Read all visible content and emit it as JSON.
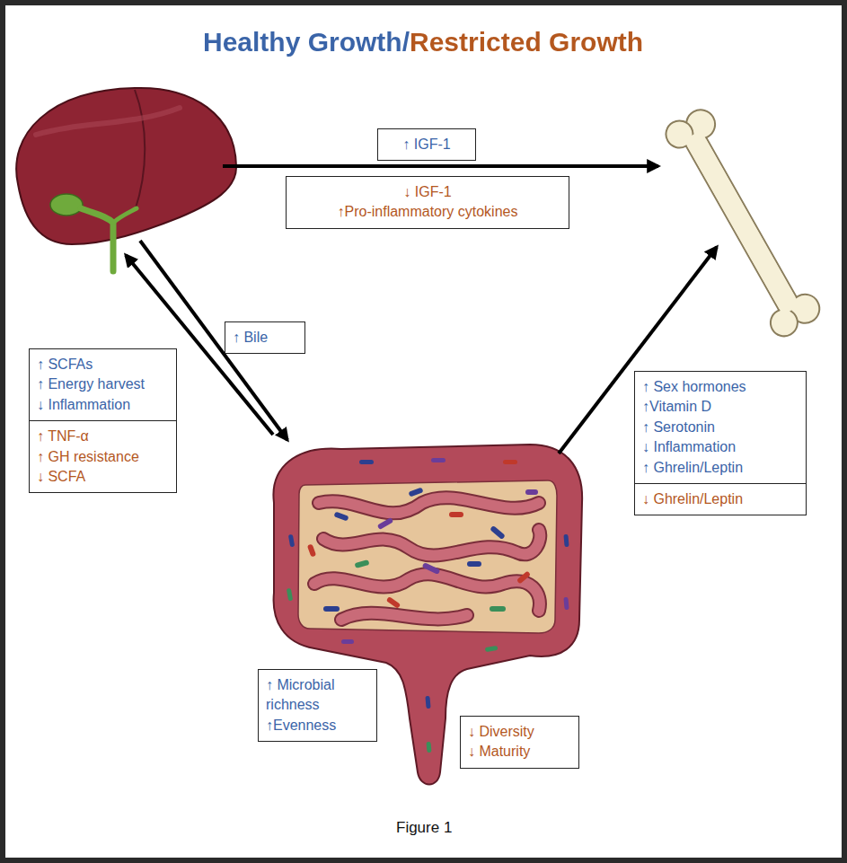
{
  "diagram": {
    "title": "Healthy Growth/Restricted Growth",
    "caption": "Figure 1",
    "nodes": [
      {
        "text": [
          "↑ IGF-1"
        ]
      },
      {
        "text": [
          "↓ IGF-1",
          "↑Pro-inflammatory cytokines"
        ]
      },
      {
        "text": [
          "↑ Bile"
        ]
      },
      {
        "text": [
          "↑ SCFAs",
          "↑ Energy harvest",
          "↓ Inflammation"
        ]
      },
      {
        "text": [
          "↑ TNF-α",
          "↑ GH resistance",
          "↓ SCFA"
        ]
      },
      {
        "text": [
          "↑ Sex hormones",
          "↑Vitamin D",
          "↑ Serotonin",
          "↓ Inflammation",
          "↑ Ghrelin/Leptin"
        ]
      },
      {
        "text": [
          "↓ Ghrelin/Leptin"
        ]
      },
      {
        "text": [
          "↑ Microbial richness",
          "↑Evenness"
        ]
      },
      {
        "text": [
          "↓ Diversity",
          "↓ Maturity"
        ]
      }
    ]
  }
}
